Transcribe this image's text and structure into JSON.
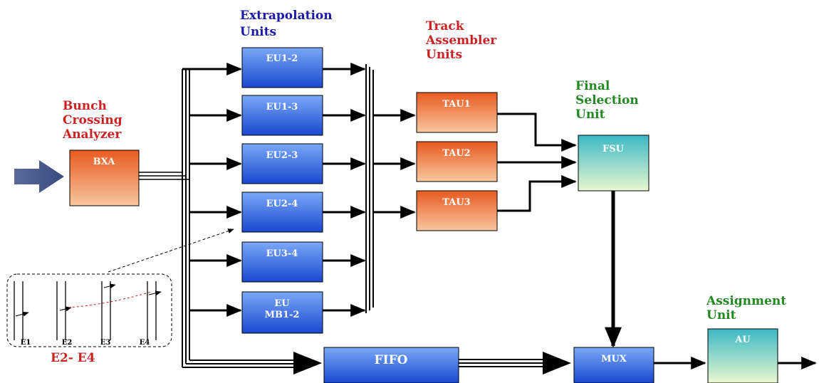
{
  "labels": {
    "extrapolation_line1": "Extrapolation",
    "extrapolation_line2": "Units",
    "track_line1": "Track",
    "track_line2": "Assembler",
    "track_line3": "Units",
    "bunch_line1": "Bunch",
    "bunch_line2": "Crossing",
    "bunch_line3": "Analyzer",
    "final_line1": "Final",
    "final_line2": "Selection",
    "final_line3": "Unit",
    "assign_line1": "Assignment",
    "assign_line2": "Unit",
    "e2e4": "E2- E4"
  },
  "boxes": {
    "bxa": "BXA",
    "eu": [
      "EU1-2",
      "EU1-3",
      "EU2-3",
      "EU2-4",
      "EU3-4"
    ],
    "eu_mb_line1": "EU",
    "eu_mb_line2": "MB1-2",
    "tau": [
      "TAU1",
      "TAU2",
      "TAU3"
    ],
    "fsu": "FSU",
    "fifo": "FIFO",
    "mux": "MUX",
    "au": "AU"
  },
  "inset": {
    "stations": [
      "E1",
      "E2",
      "E3",
      "E4"
    ]
  },
  "colors": {
    "blue_label": "#1a1aa8",
    "red_label": "#cc2222",
    "green_label": "#228822"
  }
}
